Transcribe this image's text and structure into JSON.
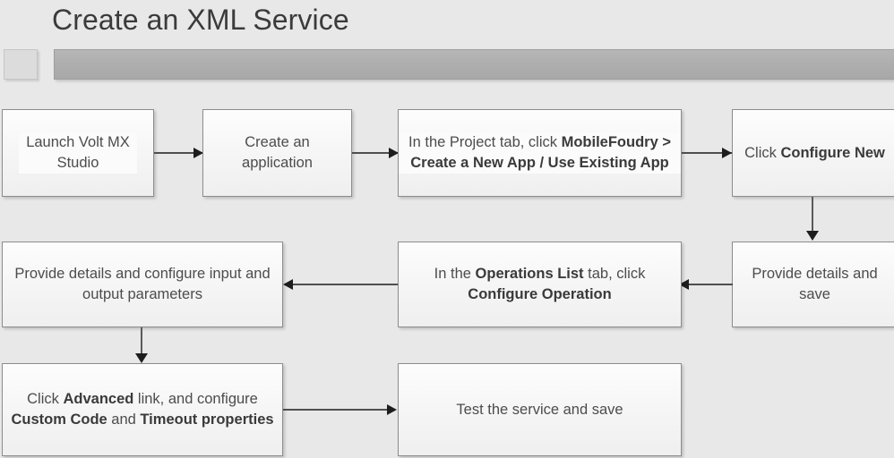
{
  "header": {
    "title": "Create an XML Service",
    "swatch_label": "",
    "bar_label": ""
  },
  "colors": {
    "background": "#e8e8e8",
    "node_border": "#8c8c8c",
    "node_fill": "#f7f7f7",
    "arrow": "#1d1d1d",
    "title_text": "#3b3b3b",
    "bar_fill": "#adadad"
  },
  "flowchart": {
    "type": "process-flow",
    "nodes": [
      {
        "id": "n1",
        "segments": [
          {
            "text": "Launch Volt MX",
            "bold": false
          },
          {
            "text": "\n",
            "bold": false
          },
          {
            "text": "Studio",
            "bold": false
          }
        ],
        "plain": "Launch Volt MX Studio"
      },
      {
        "id": "n2",
        "segments": [
          {
            "text": "Create an",
            "bold": false
          },
          {
            "text": "\n",
            "bold": false
          },
          {
            "text": "application",
            "bold": false
          }
        ],
        "plain": "Create an application"
      },
      {
        "id": "n3",
        "segments": [
          {
            "text": "In the Project tab, click ",
            "bold": false
          },
          {
            "text": "MobileFoudry > Create a New App / Use Existing App",
            "bold": true
          }
        ],
        "plain": "In the Project tab, click MobileFoudry > Create a New App / Use Existing App"
      },
      {
        "id": "n4",
        "segments": [
          {
            "text": "Click ",
            "bold": false
          },
          {
            "text": "Configure New",
            "bold": true
          }
        ],
        "plain": "Click Configure New"
      },
      {
        "id": "n5",
        "segments": [
          {
            "text": "Provide details and save",
            "bold": false
          }
        ],
        "plain": "Provide details and save"
      },
      {
        "id": "n6",
        "segments": [
          {
            "text": "In the ",
            "bold": false
          },
          {
            "text": "Operations List",
            "bold": true
          },
          {
            "text": " tab, click ",
            "bold": false
          },
          {
            "text": "Configure Operation",
            "bold": true
          }
        ],
        "plain": "In the Operations List tab, click Configure Operation"
      },
      {
        "id": "n7",
        "segments": [
          {
            "text": "Provide details and configure input and output parameters",
            "bold": false
          }
        ],
        "plain": "Provide details and configure input and output parameters"
      },
      {
        "id": "n8",
        "segments": [
          {
            "text": "Click ",
            "bold": false
          },
          {
            "text": "Advanced",
            "bold": true
          },
          {
            "text": " link, and configure ",
            "bold": false
          },
          {
            "text": "Custom Code",
            "bold": true
          },
          {
            "text": " and ",
            "bold": false
          },
          {
            "text": "Timeout properties",
            "bold": true
          }
        ],
        "plain": "Click Advanced link, and configure Custom Code and Timeout properties"
      },
      {
        "id": "n9",
        "segments": [
          {
            "text": "Test the service and save",
            "bold": false
          }
        ],
        "plain": "Test the service and save"
      }
    ],
    "edges": [
      {
        "from": "n1",
        "to": "n2",
        "direction": "right"
      },
      {
        "from": "n2",
        "to": "n3",
        "direction": "right"
      },
      {
        "from": "n3",
        "to": "n4",
        "direction": "right"
      },
      {
        "from": "n4",
        "to": "n5",
        "direction": "down"
      },
      {
        "from": "n5",
        "to": "n6",
        "direction": "left"
      },
      {
        "from": "n6",
        "to": "n7",
        "direction": "left"
      },
      {
        "from": "n7",
        "to": "n8",
        "direction": "down"
      },
      {
        "from": "n8",
        "to": "n9",
        "direction": "right"
      }
    ]
  }
}
